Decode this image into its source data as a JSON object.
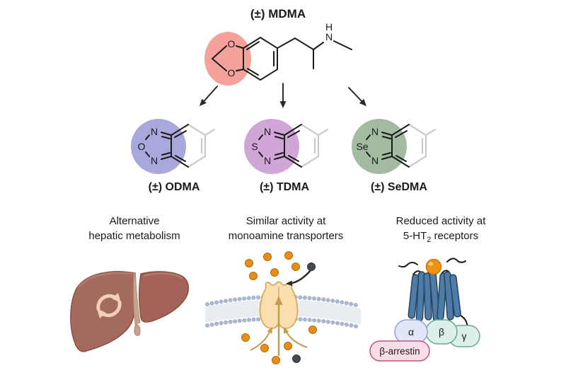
{
  "parent": {
    "title": "(±) MDMA",
    "highlight_color": "#f5a29d",
    "atoms": {
      "o_top": "O",
      "o_bottom": "O",
      "n": "N",
      "h": "H"
    }
  },
  "columns": [
    {
      "label": "(±) ODMA",
      "highlight_color": "#a8a8dc",
      "atoms": {
        "n_top": "N",
        "heteroatom": "O",
        "n_bottom": "N"
      },
      "caption": [
        "Alternative",
        "hepatic metabolism"
      ],
      "icon": "liver-icon"
    },
    {
      "label": "(±) TDMA",
      "highlight_color": "#d0a6d7",
      "atoms": {
        "n_top": "N",
        "heteroatom": "S",
        "n_bottom": "N"
      },
      "caption": [
        "Similar activity at",
        "monoamine transporters"
      ],
      "icon": "membrane-transporter-icon"
    },
    {
      "label": "(±) SeDMA",
      "highlight_color": "#a2bba1",
      "atoms": {
        "n_top": "N",
        "heteroatom": "Se",
        "n_bottom": "N"
      },
      "caption": [
        "Reduced activity at"
      ],
      "caption_line2": {
        "pre": "5-HT",
        "sub": "2",
        "post": " receptors"
      },
      "icon": "gpcr-receptor-icon"
    }
  ],
  "receptor_subunits": {
    "alpha": "α",
    "beta": "β",
    "gamma": "γ",
    "arrestin": "β-arrestin"
  },
  "palette": {
    "bond": "#1a1a1a",
    "faded_bond": "#c6c6c6",
    "liver": "#a56a5e",
    "membrane_heads": "#a9b7ce",
    "transporter_protein": "#f8dfad",
    "substrate_dot": "#e88d15",
    "drug_dot": "#454a52",
    "receptor_helix": "#4e7ba7",
    "ligand": "#ee9311"
  }
}
